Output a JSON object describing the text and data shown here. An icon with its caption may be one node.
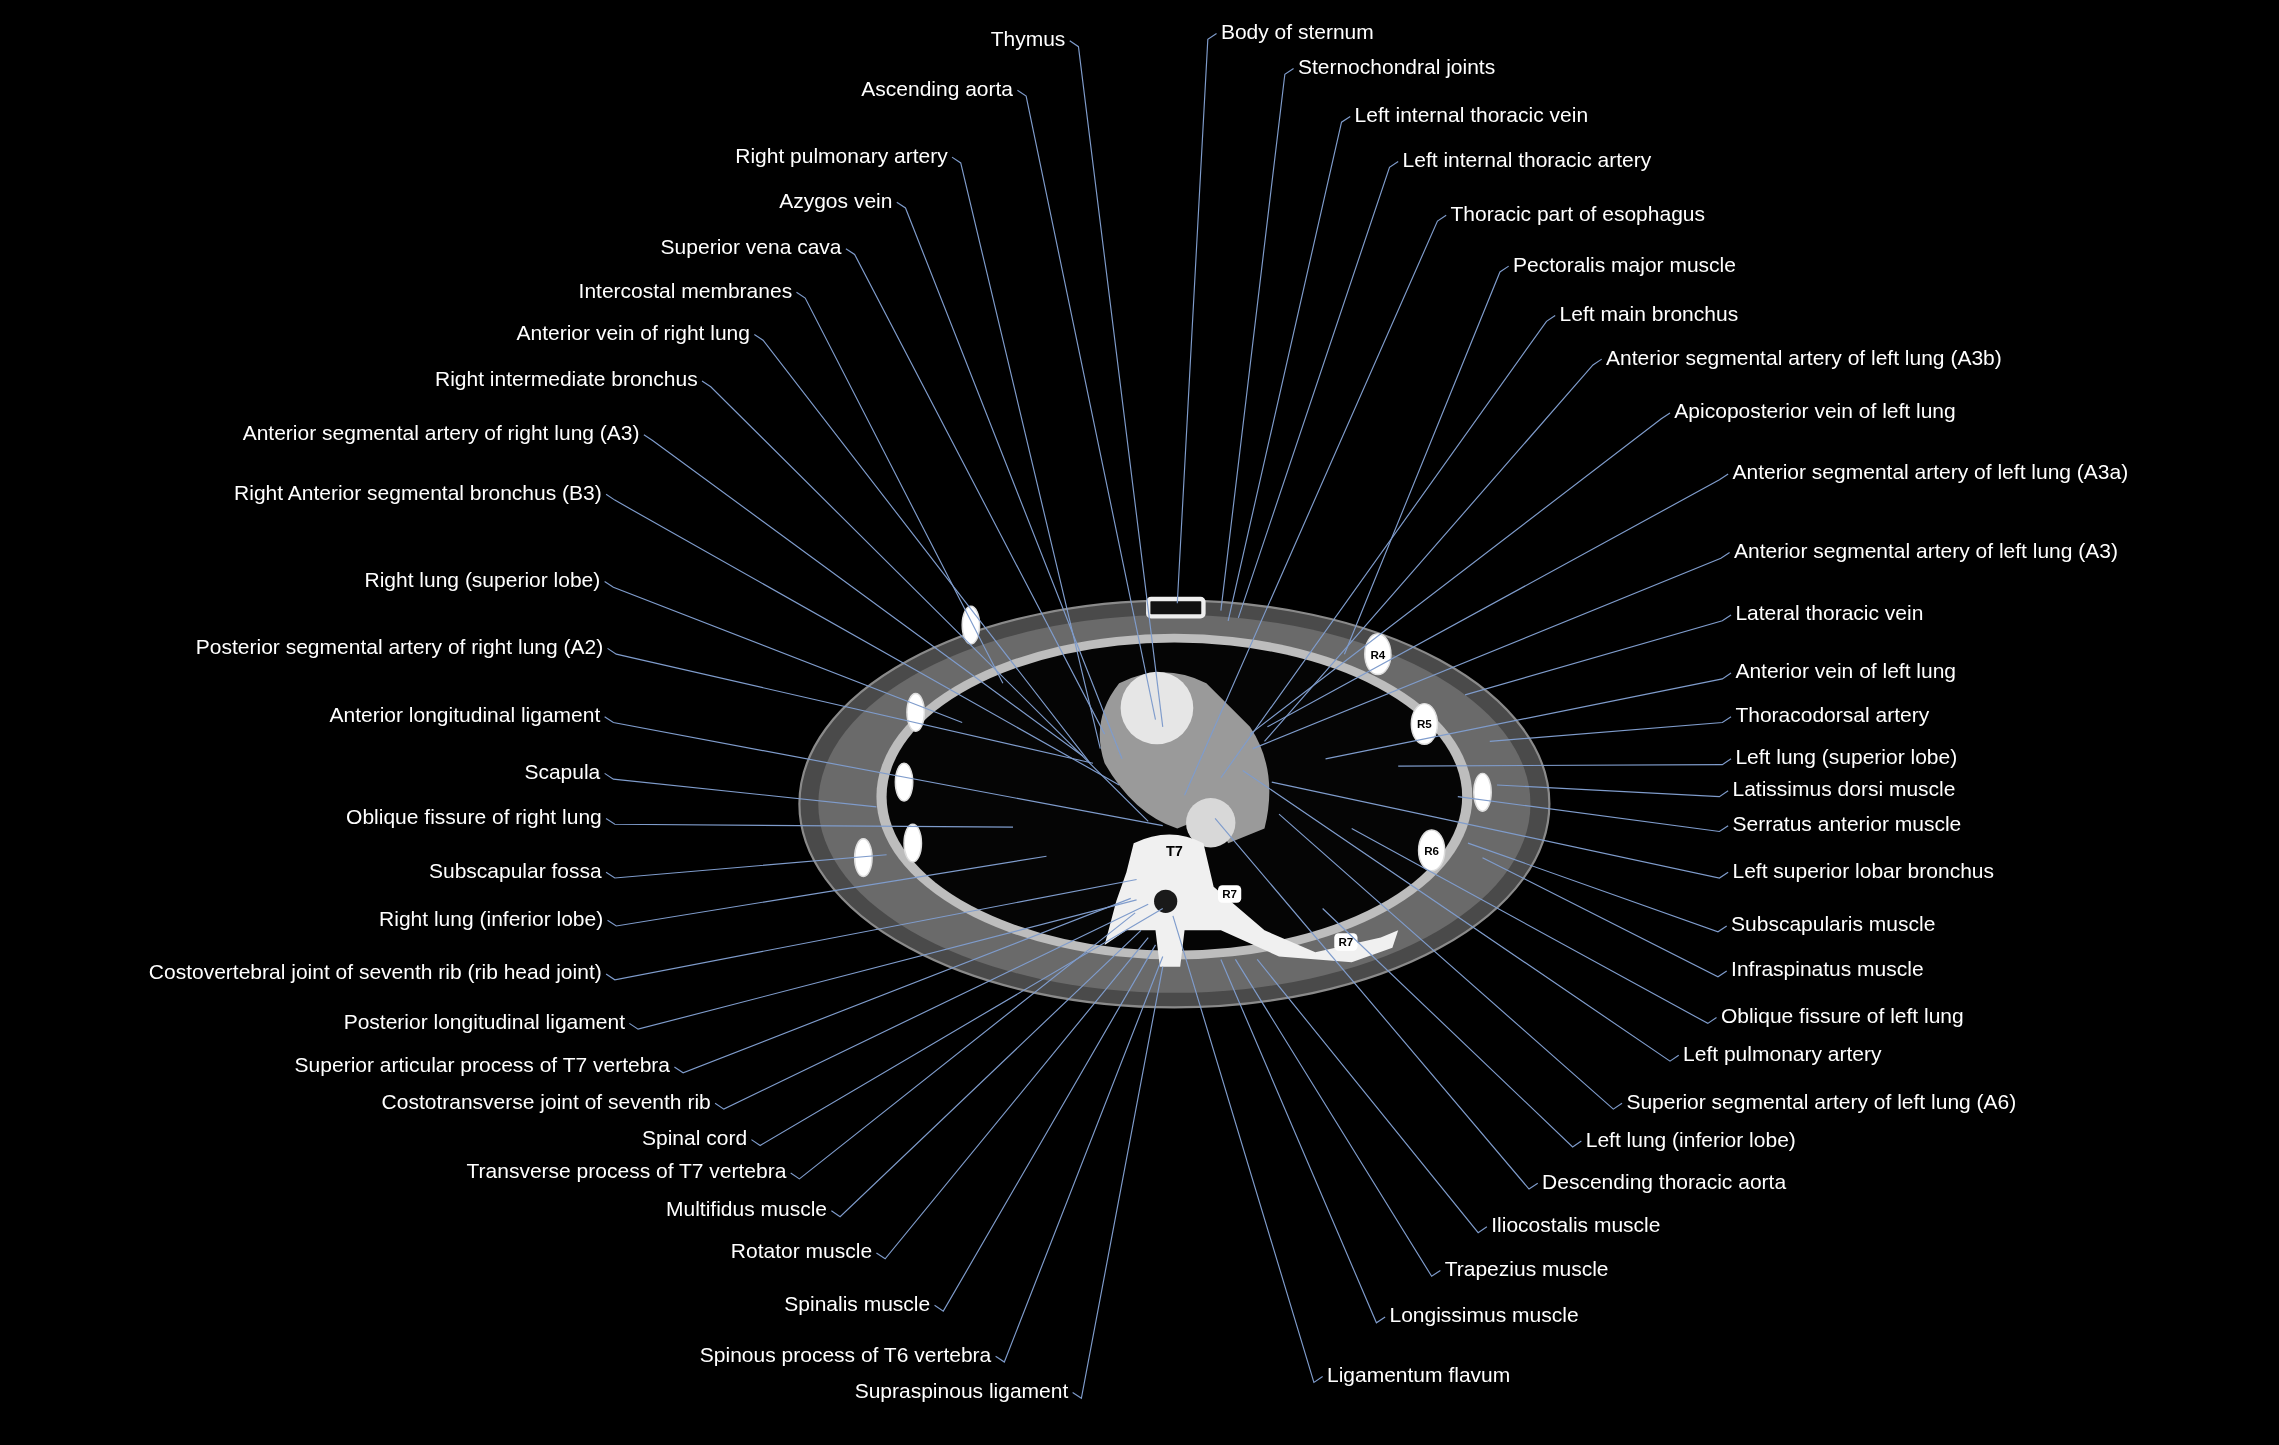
{
  "diagram": {
    "nodes": [
      {
        "text": [
          "Thymus"
        ]
      },
      {
        "text": [
          "Ascending aorta"
        ]
      },
      {
        "text": [
          "Right pulmonary artery"
        ]
      },
      {
        "text": [
          "Azygos vein"
        ]
      },
      {
        "text": [
          "Superior vena cava"
        ]
      },
      {
        "text": [
          "Intercostal membranes"
        ]
      },
      {
        "text": [
          "Anterior vein of right lung"
        ]
      },
      {
        "text": [
          "Right intermediate bronchus"
        ]
      },
      {
        "text": [
          "Anterior segmental artery of right lung (A3)"
        ]
      },
      {
        "text": [
          "Right Anterior segmental bronchus (B3)"
        ]
      },
      {
        "text": [
          "Right lung (superior lobe)"
        ]
      },
      {
        "text": [
          "Posterior segmental artery of right lung (A2)"
        ]
      },
      {
        "text": [
          "Anterior longitudinal ligament"
        ]
      },
      {
        "text": [
          "Scapula"
        ]
      },
      {
        "text": [
          "Oblique fissure of right lung"
        ]
      },
      {
        "text": [
          "Subscapular fossa"
        ]
      },
      {
        "text": [
          "Right lung (inferior lobe)"
        ]
      },
      {
        "text": [
          "Costovertebral joint of seventh rib (rib head joint)"
        ]
      },
      {
        "text": [
          "Posterior longitudinal ligament"
        ]
      },
      {
        "text": [
          "Superior articular process of T7 vertebra"
        ]
      },
      {
        "text": [
          "Costotransverse joint of seventh rib"
        ]
      },
      {
        "text": [
          "Spinal cord"
        ]
      },
      {
        "text": [
          "Transverse process of T7 vertebra"
        ]
      },
      {
        "text": [
          "Multifidus muscle"
        ]
      },
      {
        "text": [
          "Rotator muscle"
        ]
      },
      {
        "text": [
          "Spinalis muscle"
        ]
      },
      {
        "text": [
          "Spinous process of T6 vertebra"
        ]
      },
      {
        "text": [
          "Supraspinous ligament"
        ]
      },
      {
        "text": [
          "Body of sternum"
        ]
      },
      {
        "text": [
          "Sternochondral joints"
        ]
      },
      {
        "text": [
          "Left internal thoracic vein"
        ]
      },
      {
        "text": [
          "Left internal thoracic artery"
        ]
      },
      {
        "text": [
          "Thoracic part of esophagus"
        ]
      },
      {
        "text": [
          "Pectoralis major muscle"
        ]
      },
      {
        "text": [
          "Left main bronchus"
        ]
      },
      {
        "text": [
          "Anterior segmental artery of left lung (A3b)"
        ]
      },
      {
        "text": [
          "Apicoposterior vein of left lung"
        ]
      },
      {
        "text": [
          "Anterior segmental artery of left lung (A3a)"
        ]
      },
      {
        "text": [
          "Anterior segmental artery of left lung (A3)"
        ]
      },
      {
        "text": [
          "Lateral thoracic vein"
        ]
      },
      {
        "text": [
          "Anterior vein of left lung"
        ]
      },
      {
        "text": [
          "Thoracodorsal artery"
        ]
      },
      {
        "text": [
          "Left lung (superior lobe)"
        ]
      },
      {
        "text": [
          "Latissimus dorsi muscle"
        ]
      },
      {
        "text": [
          "Serratus anterior muscle"
        ]
      },
      {
        "text": [
          "Left superior lobar bronchus"
        ]
      },
      {
        "text": [
          "Subscapularis muscle"
        ]
      },
      {
        "text": [
          "Infraspinatus muscle"
        ]
      },
      {
        "text": [
          "Oblique fissure of left lung"
        ]
      },
      {
        "text": [
          "Left pulmonary artery"
        ]
      },
      {
        "text": [
          "Superior segmental artery of left lung (A6)"
        ]
      },
      {
        "text": [
          "Left lung (inferior lobe)"
        ]
      },
      {
        "text": [
          "Descending thoracic aorta"
        ]
      },
      {
        "text": [
          "Iliocostalis muscle"
        ]
      },
      {
        "text": [
          "Trapezius muscle"
        ]
      },
      {
        "text": [
          "Longissimus muscle"
        ]
      },
      {
        "text": [
          "Ligamentum flavum"
        ]
      }
    ],
    "edges": [
      {
        "from": 0,
        "to": null,
        "arrow": "none"
      },
      {
        "from": 1,
        "to": null,
        "arrow": "none"
      },
      {
        "from": 2,
        "to": null,
        "arrow": "none"
      },
      {
        "from": 3,
        "to": null,
        "arrow": "none"
      },
      {
        "from": 4,
        "to": null,
        "arrow": "none"
      },
      {
        "from": 5,
        "to": null,
        "arrow": "none"
      },
      {
        "from": 6,
        "to": null,
        "arrow": "none"
      },
      {
        "from": 7,
        "to": null,
        "arrow": "none"
      },
      {
        "from": 8,
        "to": null,
        "arrow": "none"
      },
      {
        "from": 9,
        "to": null,
        "arrow": "none"
      },
      {
        "from": 10,
        "to": null,
        "arrow": "none"
      },
      {
        "from": 11,
        "to": null,
        "arrow": "none"
      },
      {
        "from": 12,
        "to": null,
        "arrow": "none"
      },
      {
        "from": 13,
        "to": null,
        "arrow": "none"
      },
      {
        "from": 14,
        "to": null,
        "arrow": "none"
      },
      {
        "from": 15,
        "to": null,
        "arrow": "none"
      },
      {
        "from": 16,
        "to": null,
        "arrow": "none"
      },
      {
        "from": 17,
        "to": null,
        "arrow": "none"
      },
      {
        "from": 18,
        "to": null,
        "arrow": "none"
      },
      {
        "from": 19,
        "to": null,
        "arrow": "none"
      },
      {
        "from": 20,
        "to": null,
        "arrow": "none"
      },
      {
        "from": 21,
        "to": null,
        "arrow": "none"
      },
      {
        "from": 22,
        "to": null,
        "arrow": "none"
      },
      {
        "from": 23,
        "to": null,
        "arrow": "none"
      },
      {
        "from": 24,
        "to": null,
        "arrow": "none"
      },
      {
        "from": 25,
        "to": null,
        "arrow": "none"
      },
      {
        "from": 26,
        "to": null,
        "arrow": "none"
      },
      {
        "from": 27,
        "to": null,
        "arrow": "none"
      },
      {
        "from": 28,
        "to": null,
        "arrow": "none"
      },
      {
        "from": 29,
        "to": null,
        "arrow": "none"
      },
      {
        "from": 30,
        "to": null,
        "arrow": "none"
      },
      {
        "from": 31,
        "to": null,
        "arrow": "none"
      },
      {
        "from": 32,
        "to": null,
        "arrow": "none"
      },
      {
        "from": 33,
        "to": null,
        "arrow": "none"
      },
      {
        "from": 34,
        "to": null,
        "arrow": "none"
      },
      {
        "from": 35,
        "to": null,
        "arrow": "none"
      },
      {
        "from": 36,
        "to": null,
        "arrow": "none"
      },
      {
        "from": 37,
        "to": null,
        "arrow": "none"
      },
      {
        "from": 38,
        "to": null,
        "arrow": "none"
      },
      {
        "from": 39,
        "to": null,
        "arrow": "none"
      },
      {
        "from": 40,
        "to": null,
        "arrow": "none"
      },
      {
        "from": 41,
        "to": null,
        "arrow": "none"
      },
      {
        "from": 42,
        "to": null,
        "arrow": "none"
      },
      {
        "from": 43,
        "to": null,
        "arrow": "none"
      },
      {
        "from": 44,
        "to": null,
        "arrow": "none"
      },
      {
        "from": 45,
        "to": null,
        "arrow": "none"
      },
      {
        "from": 46,
        "to": null,
        "arrow": "none"
      },
      {
        "from": 47,
        "to": null,
        "arrow": "none"
      },
      {
        "from": 48,
        "to": null,
        "arrow": "none"
      },
      {
        "from": 49,
        "to": null,
        "arrow": "none"
      },
      {
        "from": 50,
        "to": null,
        "arrow": "none"
      },
      {
        "from": 51,
        "to": null,
        "arrow": "none"
      },
      {
        "from": 52,
        "to": null,
        "arrow": "none"
      },
      {
        "from": 53,
        "to": null,
        "arrow": "none"
      },
      {
        "from": 54,
        "to": null,
        "arrow": "none"
      },
      {
        "from": 55,
        "to": null,
        "arrow": "none"
      },
      {
        "from": 56,
        "to": null,
        "arrow": "none"
      }
    ],
    "labels": [
      "R4",
      "R5",
      "R6",
      "T7",
      "R7",
      "R7"
    ]
  }
}
